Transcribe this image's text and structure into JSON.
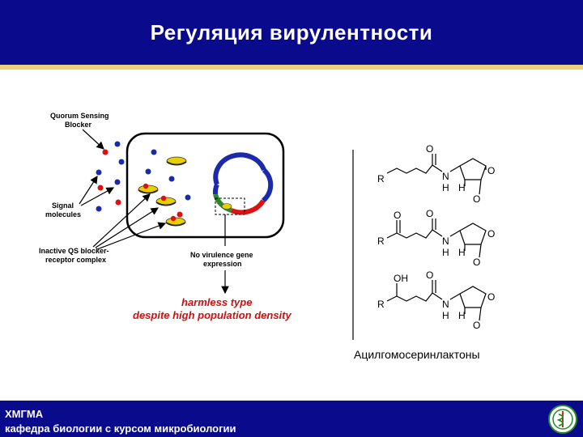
{
  "slide": {
    "title": "Регуляция вирулентности"
  },
  "diagram": {
    "label_quorum_line1": "Quorum Sensing",
    "label_quorum_line2": "Blocker",
    "label_signal_line1": "Signal",
    "label_signal_line2": "molecules",
    "label_inactive_line1": "Inactive QS blocker-",
    "label_inactive_line2": "receptor complex",
    "label_novirulence_line1": "No virulence gene",
    "label_novirulence_line2": "expression",
    "outcome_line1": "harmless type",
    "outcome_line2": "despite high population density"
  },
  "chemistry": {
    "atom_O": "O",
    "atom_N": "N",
    "atom_H": "H",
    "atom_R": "R",
    "atom_OH": "OH",
    "caption": "Ацилгомосеринлактоны"
  },
  "footer": {
    "org": "ХМГМА",
    "department": "кафедра биологии с курсом микробиологии"
  },
  "colors": {
    "header_bg": "#0a0a8c",
    "stripe": "#e8d27a",
    "outcome_text": "#cc1111",
    "blocker_red": "#e01010",
    "signal_blue": "#1a2aa8",
    "complex_yellow": "#e8d000"
  },
  "icons": {
    "logo": "emblem-icon"
  }
}
